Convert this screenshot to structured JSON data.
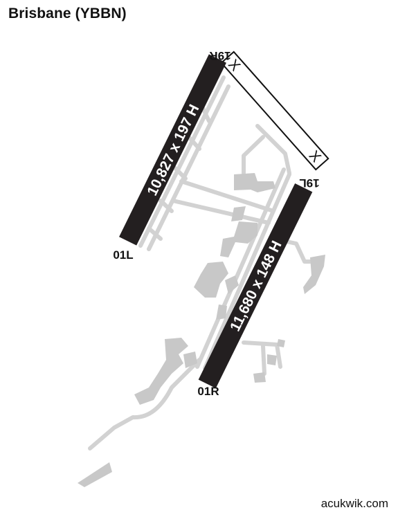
{
  "airport": {
    "title": "Brisbane (YBBN)"
  },
  "runways": [
    {
      "id": "runway-01l-19r",
      "dimensions_label": "10,827 x 197 H",
      "end_north": "19R",
      "end_south": "01L"
    },
    {
      "id": "runway-01r-19l",
      "dimensions_label": "11,680 x 148 H",
      "end_north": "19L",
      "end_south": "01R"
    }
  ],
  "closed_runway": {
    "marker_north": "X",
    "marker_south": "X"
  },
  "credit": "acukwik.com",
  "colors": {
    "runway": "#231f20",
    "taxiway": "#d2d2d2",
    "apron": "#c8c8c8",
    "text": "#111111"
  }
}
